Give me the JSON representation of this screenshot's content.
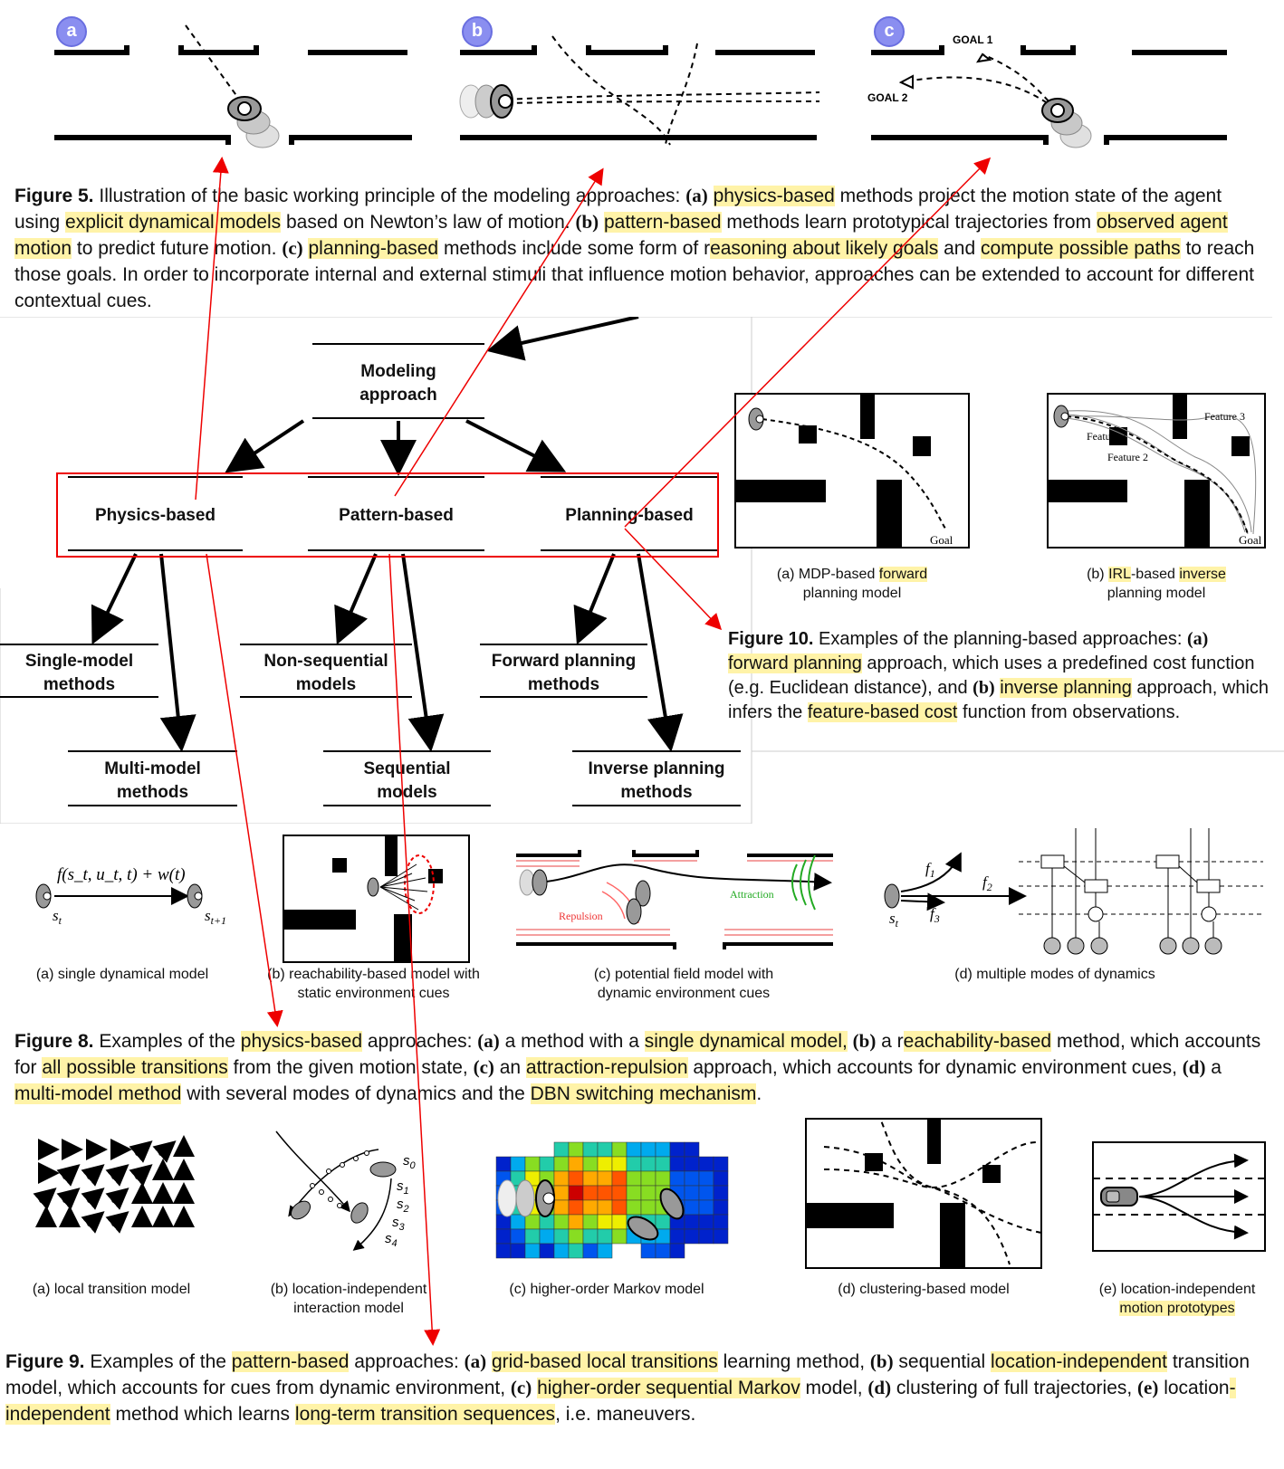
{
  "fig5": {
    "badges": [
      "a",
      "b",
      "c"
    ],
    "goal1": "GOAL 1",
    "goal2": "GOAL 2",
    "label": "Figure 5.",
    "t1": " Illustration of the basic working principle of the modeling approaches: ",
    "a": "(a)",
    "h_physics": "physics-based",
    "t2": " methods project the motion state of the agent using ",
    "h_explicit": "explicit dynamical models",
    "t3": " based on Newton’s law of motion. ",
    "b": "(b)",
    "h_pattern": "pattern-based",
    "t4": " methods learn prototypical trajectories from ",
    "h_observed": "observed agent motion",
    "t5": " to predict future motion. ",
    "c": "(c)",
    "h_planning": "planning-based",
    "t6": " methods include some form of r",
    "h_reasoning": "easoning about likely goals",
    "t7": " and ",
    "h_compute": "compute possible paths",
    "t8": " to reach those goals. In order to incorporate internal and external stimuli that influence motion behavior, approaches can be extended to account for different contextual cues."
  },
  "tree": {
    "root": [
      "Modeling",
      "approach"
    ],
    "physics": "Physics-based",
    "pattern": "Pattern-based",
    "planning": "Planning-based",
    "single": [
      "Single-model",
      "methods"
    ],
    "multi": [
      "Multi-model",
      "methods"
    ],
    "nonseq": [
      "Non-sequential",
      "models"
    ],
    "seq": [
      "Sequential",
      "models"
    ],
    "forward": [
      "Forward planning",
      "methods"
    ],
    "inverse": [
      "Inverse planning",
      "methods"
    ]
  },
  "fig10": {
    "goal": "Goal",
    "feature1": "Feature 1",
    "feature2": "Feature 2",
    "feature3": "Feature 3",
    "sub_a1": "(a) MDP-based ",
    "sub_a_hl": "forward",
    "sub_a2": "planning model",
    "sub_b1": "(b) ",
    "sub_b_hl1": "IRL",
    "sub_b_mid": "-based ",
    "sub_b_hl2": "inverse",
    "sub_b2": "planning model",
    "label": "Figure 10.",
    "t1": " Examples of the planning-based approaches: ",
    "a": "(a)",
    "h_forward": "forward planning",
    "t2": " approach, which uses a predefined cost function (e.g. Euclidean distance), and ",
    "b": "(b)",
    "h_inverse": "inverse planning",
    "t3": " approach, which infers the ",
    "h_feature": "feature-based cost",
    "t4": " function from observations."
  },
  "fig8": {
    "eq": "f(s_t, u_t, t) + w(t)",
    "st": "s",
    "st_sub": "t",
    "st1_sub": "t+1",
    "repulsion": "Repulsion",
    "attraction": "Attraction",
    "f1": "f",
    "f1s": "1",
    "f2": "f",
    "f2s": "2",
    "f3": "f",
    "f3s": "3",
    "sub_a": "(a) single dynamical model",
    "sub_b1": "(b) reachability-based model with",
    "sub_b2": "static environment cues",
    "sub_c1": "(c) potential field model with",
    "sub_c2": "dynamic environment cues",
    "sub_d": "(d) multiple modes of dynamics",
    "label": "Figure 8.",
    "t1": " Examples of the ",
    "h_physics": "physics-based",
    "t2": " approaches: ",
    "a": "(a)",
    "t3": " a method with a ",
    "h_single": "single dynamical model,",
    "t4": " ",
    "b": "(b)",
    "t5": " a r",
    "h_reach": "eachability-based",
    "t6": " method, which accounts for ",
    "h_all": "all possible transitions",
    "t7": " from the given motion state, ",
    "c": "(c)",
    "t8": " an ",
    "h_attr": "attraction-repulsion",
    "t9": " approach, which accounts for dynamic environment cues, ",
    "d": "(d)",
    "t10": " a ",
    "h_multi": "multi-model method",
    "t11": " with several modes of dynamics and the ",
    "h_dbn": "DBN switching mechanism",
    "t12": "."
  },
  "fig9": {
    "s0": "s",
    "s0s": "0",
    "s1": "s",
    "s1s": "1",
    "s2": "s",
    "s2s": "2",
    "s3": "s",
    "s3s": "3",
    "s4": "s",
    "s4s": "4",
    "sub_a": "(a) local transition model",
    "sub_b1": "(b) location-independent",
    "sub_b2": "interaction model",
    "sub_c": "(c) higher-order Markov model",
    "sub_d": "(d) clustering-based model",
    "sub_e1": "(e) location-independent",
    "sub_e2": "motion prototypes",
    "label": "Figure 9.",
    "t1": " Examples of the ",
    "h_pattern": "pattern-based",
    "t2": " approaches: ",
    "a": "(a)",
    "t3": " ",
    "h_grid": "grid-based local transitions",
    "t4": " learning method, ",
    "b": "(b)",
    "t5": " sequential ",
    "h_loc": "location-independent",
    "t6": " transition model, which accounts for cues from dynamic environment, ",
    "c": "(c)",
    "t7": " ",
    "h_higher": "higher-order sequential Markov",
    "t8": " model, ",
    "d": "(d)",
    "t9": " clustering of full trajectories, ",
    "e": "(e)",
    "t10": " location",
    "h_indep": "-independent",
    "t11": " method which learns ",
    "h_long": "long-term transition sequences",
    "t12": ", i.e. maneuvers."
  }
}
